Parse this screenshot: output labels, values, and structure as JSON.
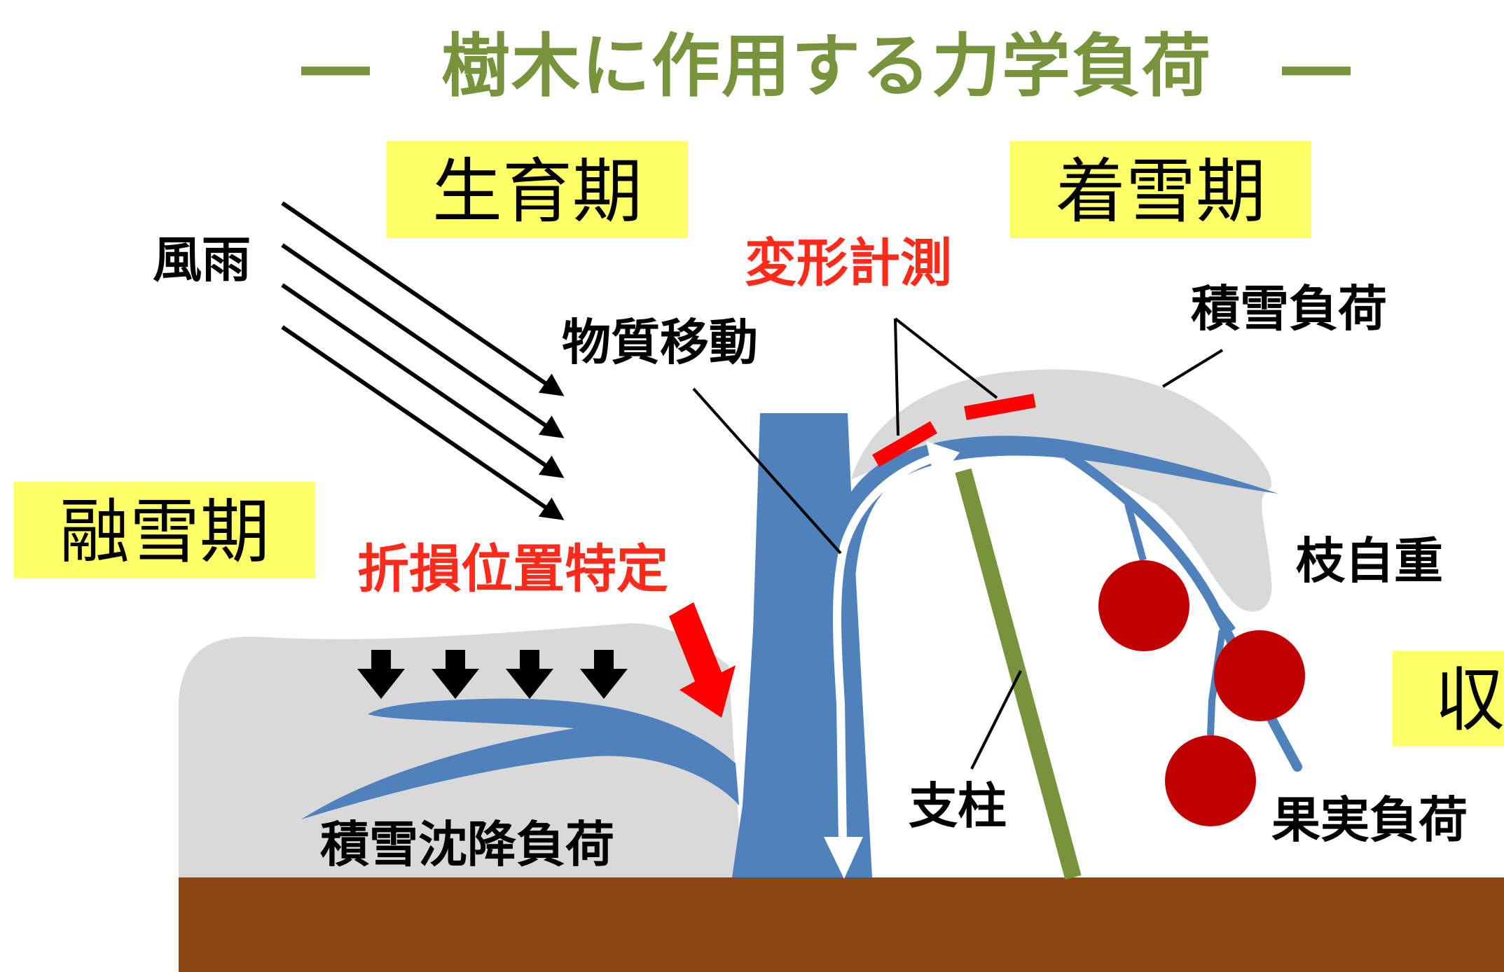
{
  "title": "―　樹木に作用する力学負荷　―",
  "seasons": {
    "growth": "生育期",
    "snow_accretion": "着雪期",
    "snow_melt": "融雪期",
    "harvest": "収"
  },
  "labels": {
    "wind_rain": "風雨",
    "material_transport": "物質移動",
    "deformation_measurement": "変形計測",
    "snow_load": "積雪負荷",
    "fracture_location": "折損位置特定",
    "branch_self_weight": "枝自重",
    "support_pole": "支柱",
    "fruit_load": "果実負荷",
    "snow_settlement_load": "積雪沈降負荷"
  },
  "colors": {
    "title_green": "#77933C",
    "season_box_yellow": "#FFFF66",
    "tree_blue": "#4F81BD",
    "snow_gray": "#D9D9D9",
    "ground_brown": "#8B4513",
    "pole_green": "#77933C",
    "fruit_red": "#C00000",
    "marker_red": "#FF0000",
    "highlight_red_text": "#FF2A1A"
  }
}
